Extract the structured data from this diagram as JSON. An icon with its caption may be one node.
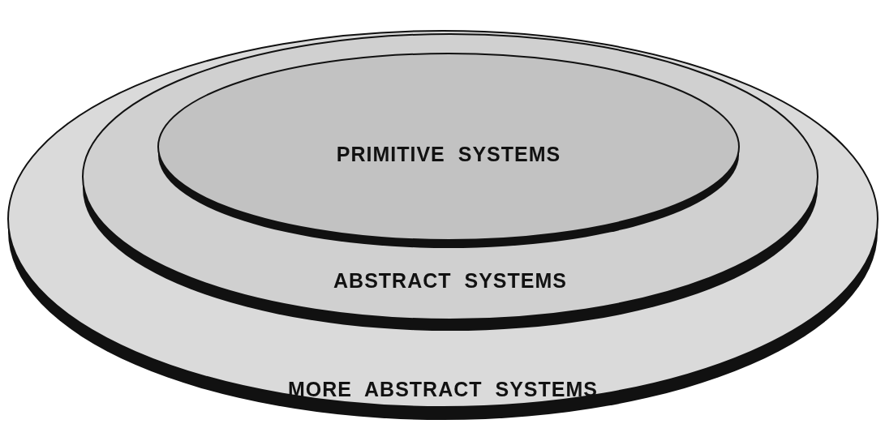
{
  "diagram": {
    "nodes": [
      {
        "text": [
          "MORE ABSTRACT SYSTEMS"
        ]
      },
      {
        "text": [
          "ABSTRACT SYSTEMS"
        ],
        "in": 0
      },
      {
        "text": [
          "PRIMITIVE SYSTEMS"
        ],
        "in": 1
      }
    ]
  }
}
